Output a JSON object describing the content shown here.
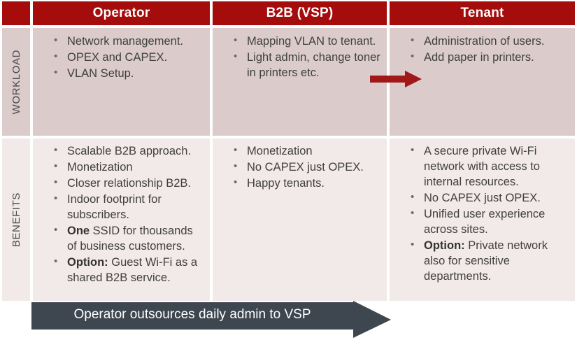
{
  "header": {
    "corner_label": "",
    "columns": [
      {
        "label": "Operator"
      },
      {
        "label": "B2B (VSP)"
      },
      {
        "label": "Tenant"
      }
    ]
  },
  "rows": [
    {
      "side_label": "WORKLOAD",
      "cells": [
        {
          "column": "Operator",
          "bullets": [
            {
              "text": "Network management."
            },
            {
              "text": "OPEX and CAPEX."
            },
            {
              "text": "VLAN Setup."
            }
          ]
        },
        {
          "column": "B2B (VSP)",
          "bullets": [
            {
              "text": "Mapping VLAN to tenant."
            },
            {
              "text": "Light admin, change toner in printers etc."
            }
          ]
        },
        {
          "column": "Tenant",
          "bullets": [
            {
              "text": "Administration of users."
            },
            {
              "text": "Add paper in printers."
            }
          ]
        }
      ]
    },
    {
      "side_label": "BENEFITS",
      "cells": [
        {
          "column": "Operator",
          "bullets": [
            {
              "text": "Scalable B2B approach."
            },
            {
              "text": "Monetization"
            },
            {
              "text": "Closer relationship B2B."
            },
            {
              "text": "Indoor footprint for subscribers."
            },
            {
              "bold": "One",
              "text": " SSID for thousands of business customers."
            },
            {
              "bold": "Option:",
              "text": " Guest Wi-Fi as a shared B2B service."
            }
          ]
        },
        {
          "column": "B2B (VSP)",
          "bullets": [
            {
              "text": "Monetization"
            },
            {
              "text": "No CAPEX just OPEX."
            },
            {
              "text": "Happy tenants."
            }
          ]
        },
        {
          "column": "Tenant",
          "bullets": [
            {
              "text": "A secure private Wi-Fi network with access to internal resources."
            },
            {
              "text": "No CAPEX just OPEX."
            },
            {
              "text": "Unified user experience across sites."
            },
            {
              "bold": "Option:",
              "text": " Private network also for sensitive departments."
            }
          ]
        }
      ]
    }
  ],
  "banner": {
    "text": "Operator outsources daily admin to VSP"
  },
  "annotations": {
    "handoff_arrow_label": "delegation arrow from B2B (VSP) to Tenant"
  },
  "colors": {
    "header_red": "#a50c0c",
    "workload_bg": "#dbcbcb",
    "benefits_bg": "#f2e9e9",
    "arrow_red": "#a01818",
    "banner_slate": "#3e4650",
    "text_gray": "#404040"
  }
}
